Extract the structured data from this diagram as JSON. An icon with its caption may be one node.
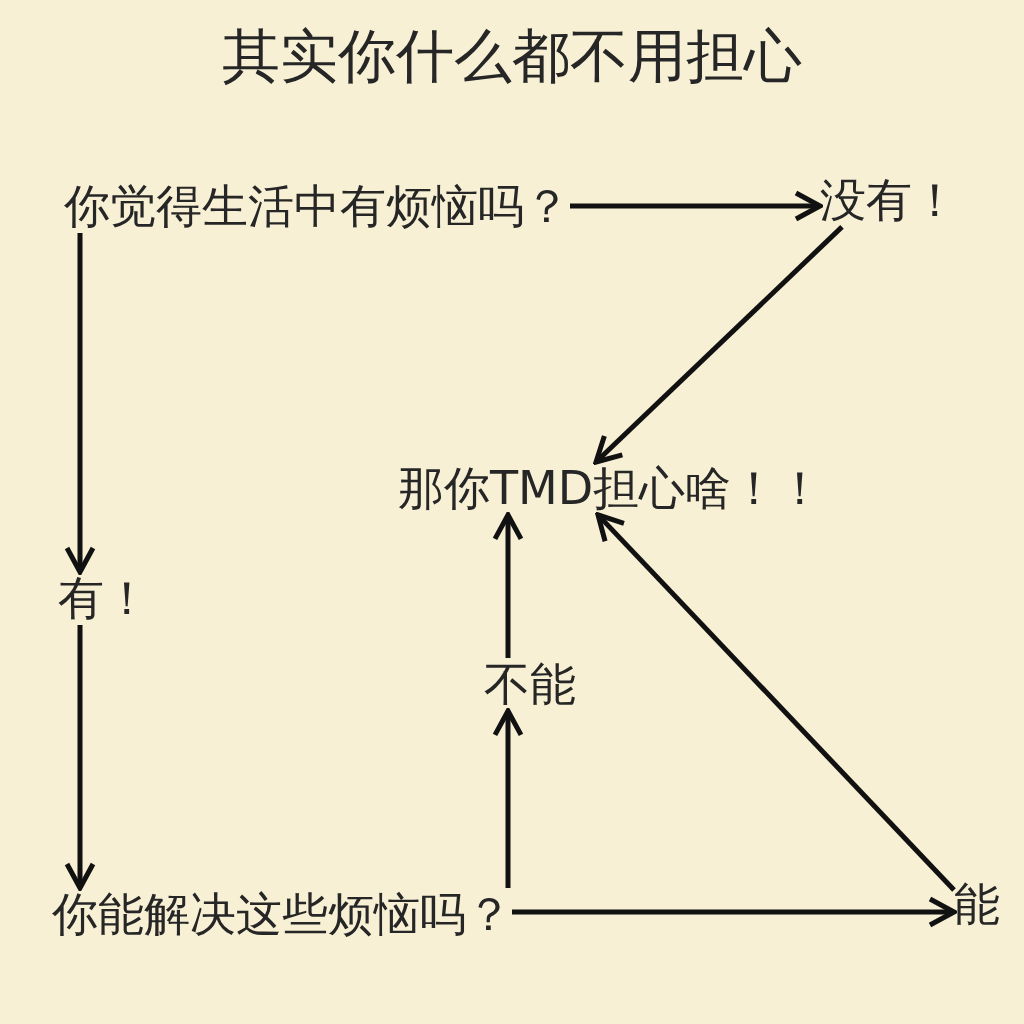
{
  "diagram": {
    "title": "其实你什么都不用担心",
    "nodes": [
      {
        "text": [
          "你觉得生活中有烦恼吗？"
        ]
      },
      {
        "text": [
          "没有！"
        ]
      },
      {
        "text": [
          "那你TMD担心啥！！"
        ]
      },
      {
        "text": [
          "有！"
        ]
      },
      {
        "text": [
          "不能"
        ]
      },
      {
        "text": [
          "你能解决这些烦恼吗？"
        ]
      },
      {
        "text": [
          "能"
        ]
      }
    ],
    "edges": [
      {
        "from": 0,
        "to": 1,
        "arrow": "to"
      },
      {
        "from": 1,
        "to": 2,
        "arrow": "to"
      },
      {
        "from": 0,
        "to": 3,
        "arrow": "to"
      },
      {
        "from": 3,
        "to": 5,
        "arrow": "to"
      },
      {
        "from": 5,
        "to": 4,
        "arrow": "to"
      },
      {
        "from": 4,
        "to": 2,
        "arrow": "to"
      },
      {
        "from": 5,
        "to": 6,
        "arrow": "to"
      },
      {
        "from": 6,
        "to": 2,
        "arrow": "to"
      }
    ]
  }
}
